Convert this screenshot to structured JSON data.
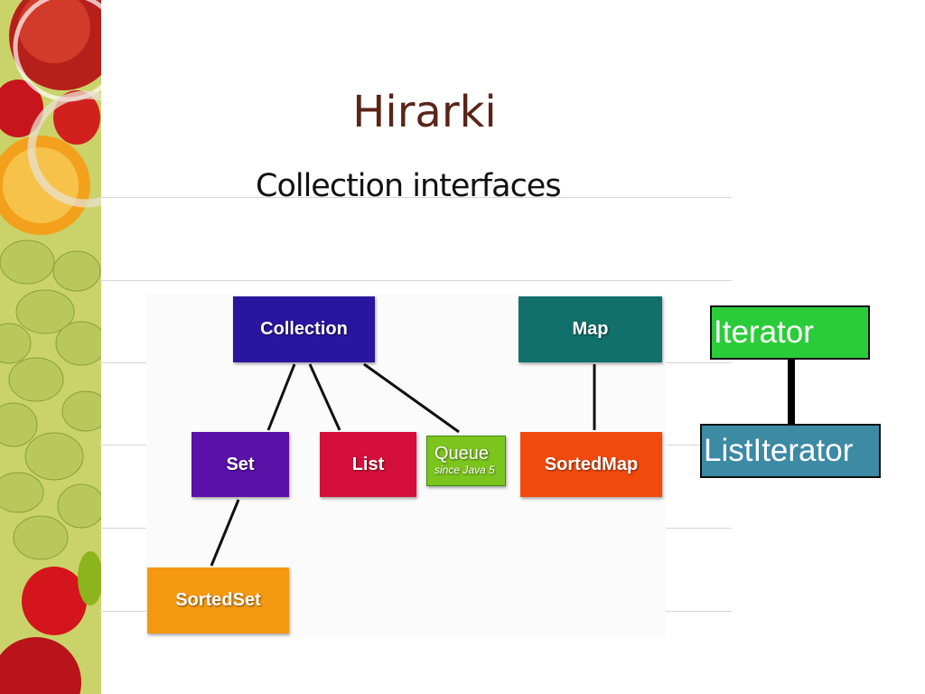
{
  "slide": {
    "title": "Hirarki",
    "diagram_heading": "Collection interfaces"
  },
  "nodes": {
    "collection": {
      "label": "Collection",
      "color": "#2a159e"
    },
    "map": {
      "label": "Map",
      "color": "#12706c"
    },
    "set": {
      "label": "Set",
      "color": "#5b10a8"
    },
    "list": {
      "label": "List",
      "color": "#d4103a"
    },
    "queue": {
      "label": "Queue",
      "sublabel": "since Java 5",
      "color": "#7cc41e"
    },
    "sortedmap": {
      "label": "SortedMap",
      "color": "#f24a0c"
    },
    "sortedset": {
      "label": "SortedSet",
      "color": "#f59a10"
    }
  },
  "side": {
    "iterator": {
      "label": "Iterator",
      "color": "#2bcc3a"
    },
    "listiterator": {
      "label": "ListIterator",
      "color": "#3c8aa3"
    }
  }
}
